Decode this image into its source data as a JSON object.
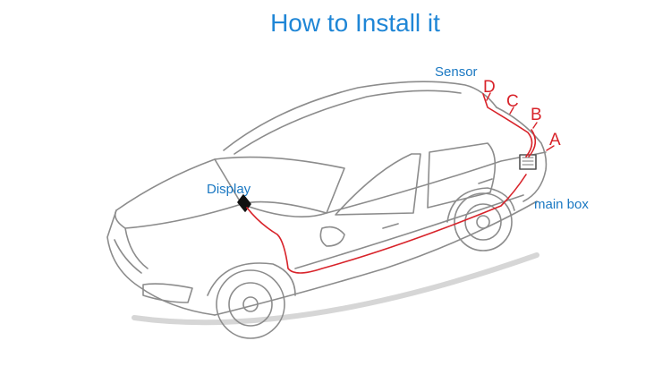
{
  "title": "How to Install it",
  "labels": {
    "sensor": "Sensor",
    "display": "Display",
    "main_box": "main box",
    "sensors": [
      "D",
      "C",
      "B",
      "A"
    ]
  },
  "colors": {
    "title": "#1f86d6",
    "label_blue": "#1a78c2",
    "wire_red": "#d8232a",
    "outline_gray": "#8c8c8c"
  }
}
